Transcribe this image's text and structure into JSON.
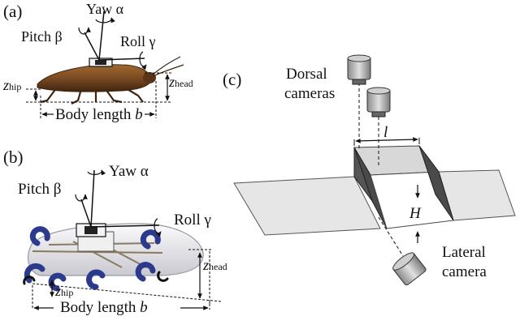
{
  "panels": {
    "a": {
      "label": "(a)",
      "yaw": "Yaw α",
      "pitch": "Pitch β",
      "roll": "Roll γ",
      "z_hip_var": "z",
      "z_hip_sub": "hip",
      "z_head_var": "z",
      "z_head_sub": "head",
      "body_length_text": "Body length",
      "body_length_var": "b"
    },
    "b": {
      "label": "(b)",
      "yaw": "Yaw α",
      "pitch": "Pitch β",
      "roll": "Roll γ",
      "z_hip_var": "z",
      "z_hip_sub": "hip",
      "z_head_var": "z",
      "z_head_sub": "head",
      "body_length_text": "Body length",
      "body_length_var": "b"
    },
    "c": {
      "label": "(c)",
      "dorsal_line1": "Dorsal",
      "dorsal_line2": "cameras",
      "gap_length_var": "l",
      "height_var": "H",
      "lateral_line1": "Lateral",
      "lateral_line2": "camera"
    }
  },
  "colors": {
    "cockroach_body": "#7a4a22",
    "cockroach_dark": "#3e2410",
    "robot_shell": "#e9e9ee",
    "robot_leg": "#2b3a8c",
    "wall_dark": "#4a4a4a",
    "surface": "#d8d8d8"
  }
}
